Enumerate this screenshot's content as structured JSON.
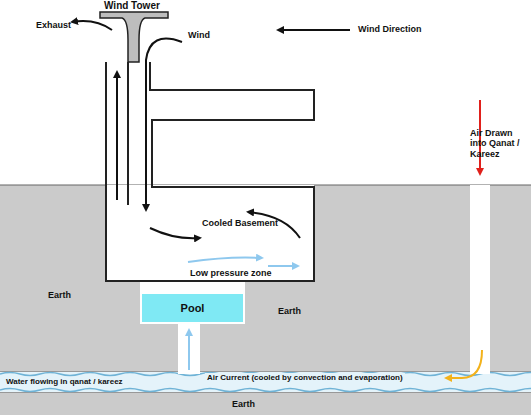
{
  "diagram": {
    "nodes": [
      {
        "text": [
          "Pool"
        ]
      }
    ],
    "labels": [
      "Wind Tower",
      "Exhaust",
      "Wind",
      "Wind Direction",
      "Air Drawn into Qanat / Kareez",
      "Cooled Basement",
      "Low pressure zone",
      "Earth",
      "Earth",
      "Air Current (cooled by convection and evaporation)",
      "Water flowing in qanat / kareez",
      "Earth"
    ]
  }
}
